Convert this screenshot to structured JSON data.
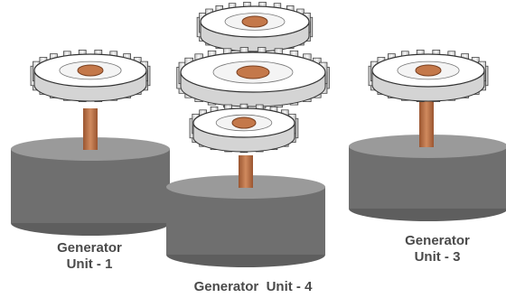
{
  "labels": {
    "unit1": [
      "Generator",
      "Unit - 1"
    ],
    "unit3": [
      "Generator",
      "Unit - 3"
    ],
    "unit4": "Generator  Unit - 4"
  },
  "colors": {
    "cylinder_body": "#6f6f6f",
    "cylinder_top": "#9a9a9a",
    "shaft": "#b86b3f",
    "gear_face": "#ffffff",
    "gear_tooth": "#e6e6e6",
    "gear_outline": "#333333",
    "hub": "#c4784a",
    "label_text": "#4a4a4a"
  },
  "icons": {
    "gear": "gear-icon",
    "generator": "generator-cylinder-icon",
    "shaft": "shaft-icon"
  }
}
